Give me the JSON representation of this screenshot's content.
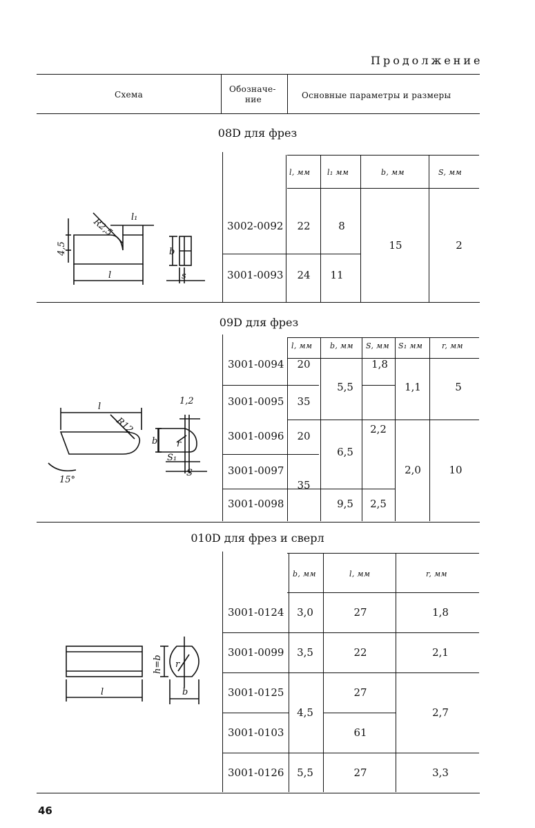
{
  "page_header": {
    "continuation": "Продолжение"
  },
  "table_header": {
    "scheme": "Схема",
    "designation_line1": "Обозначе-",
    "designation_line2": "ние",
    "params": "Основные параметры и размеры"
  },
  "section_08d": {
    "title": "08D для фрез",
    "columns": [
      "l, мм",
      "l₁ мм",
      "b, мм",
      "S, мм"
    ],
    "rows": [
      {
        "code": "3002-0092",
        "l": "22",
        "l1": "8"
      },
      {
        "code": "3001-0093",
        "l": "24",
        "l1": "11"
      }
    ],
    "b_shared": "15",
    "s_shared": "2",
    "diagram_labels": {
      "r": "R2,5",
      "l1": "l₁",
      "h": "4,5",
      "l": "l",
      "b": "b",
      "s": "s"
    }
  },
  "section_09d": {
    "title": "09D для фрез",
    "columns": [
      "l, мм",
      "b, мм",
      "S, мм",
      "S₁ мм",
      "r, мм"
    ],
    "codes": [
      "3001-0094",
      "3001-0095",
      "3001-0096",
      "3001-0097",
      "3001-0098"
    ],
    "l_values": [
      "20",
      "35",
      "20",
      "35"
    ],
    "b_values": [
      "5,5",
      "6,5",
      "9,5"
    ],
    "s_values": [
      "1,8",
      "2,2",
      "2,5"
    ],
    "s1_values": [
      "1,1",
      "2,0"
    ],
    "r_values": [
      "5",
      "10"
    ],
    "diagram_labels": {
      "l": "l",
      "r": "R12",
      "angle": "15°",
      "t": "1,2",
      "b": "b",
      "r2": "r",
      "s1": "S₁",
      "s": "S"
    }
  },
  "section_010d": {
    "title": "010D для фрез и сверл",
    "columns": [
      "b, мм",
      "l, мм",
      "r, мм"
    ],
    "codes": [
      "3001-0124",
      "3001-0099",
      "3001-0125",
      "3001-0103",
      "3001-0126"
    ],
    "b_values": [
      "3,0",
      "3,5",
      "4,5",
      "5,5"
    ],
    "l_values": [
      "27",
      "22",
      "27",
      "61",
      "27"
    ],
    "r_values": [
      "1,8",
      "2,1",
      "2,7",
      "3,3"
    ],
    "diagram_labels": {
      "l": "l",
      "h": "h=b",
      "r": "r",
      "b": "b"
    }
  },
  "page_number": "46"
}
